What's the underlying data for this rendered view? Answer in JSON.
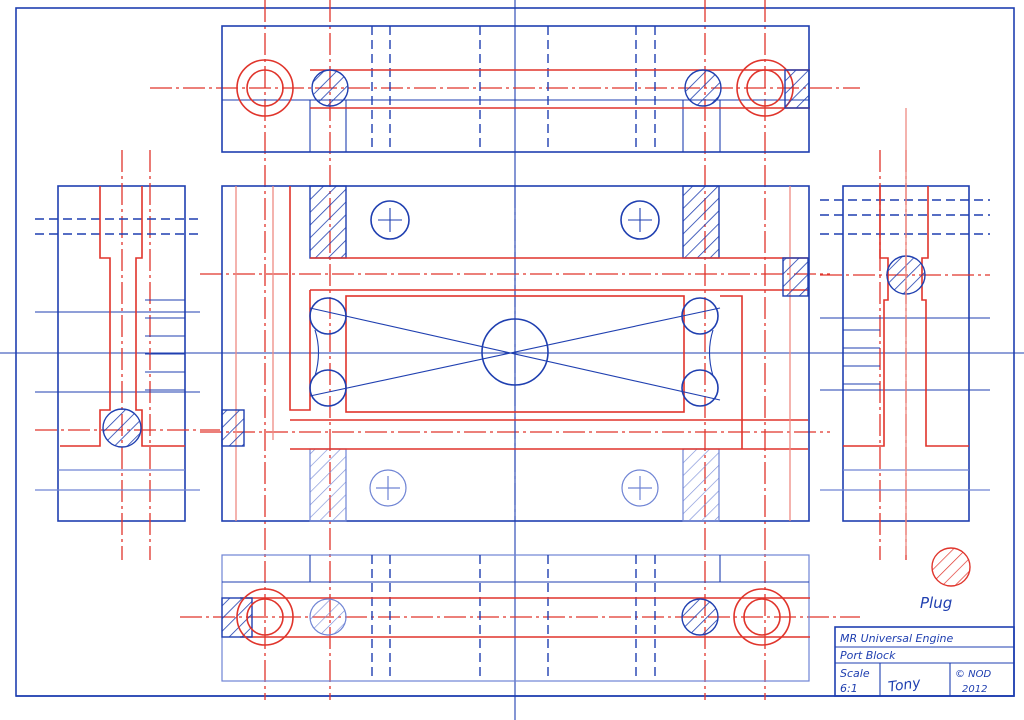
{
  "legend": {
    "plug_label": "Plug"
  },
  "title_block": {
    "line1": "MR Universal Engine",
    "line2": "Port Block",
    "scale_label": "Scale",
    "scale_value": "6:1",
    "copyright": "© NOD",
    "year": "2012",
    "signature": "Tony"
  },
  "colors": {
    "blue_ink": "#1f3fb0",
    "red_ink": "#e0342b"
  }
}
